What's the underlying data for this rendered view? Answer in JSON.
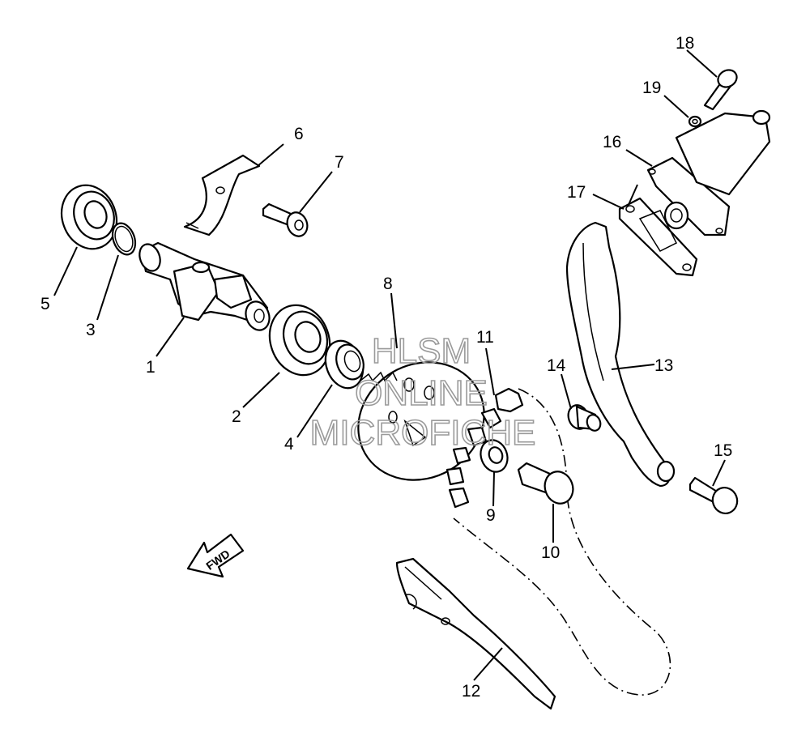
{
  "diagram": {
    "callouts": {
      "c1": "1",
      "c2": "2",
      "c3": "3",
      "c4": "4",
      "c5": "5",
      "c6": "6",
      "c7": "7",
      "c8": "8",
      "c9": "9",
      "c10": "10",
      "c11": "11",
      "c12": "12",
      "c13": "13",
      "c14": "14",
      "c15": "15",
      "c16": "16",
      "c17": "17",
      "c18": "18",
      "c19": "19"
    },
    "fwd_label": "FWD",
    "watermark": {
      "line1": "HLSM",
      "line2": "ONLINE",
      "line3": "MICROFICHE"
    }
  }
}
